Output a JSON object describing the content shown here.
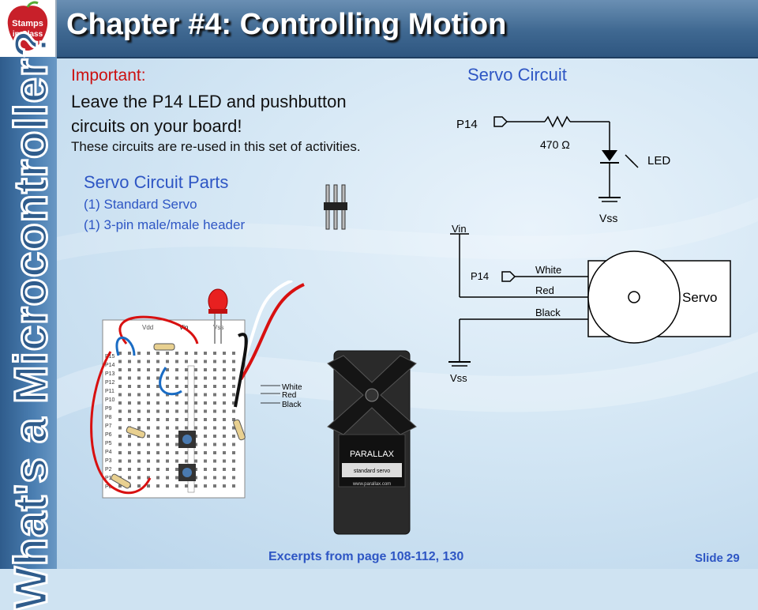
{
  "title": "Chapter #4: Controlling Motion",
  "logo": {
    "line1": "Stamps",
    "line2": "in Class"
  },
  "sidebar_text": "What's a Microcontroller?",
  "important": {
    "label": "Important:",
    "line1": "Leave the P14 LED and pushbutton",
    "line2": "circuits on your board!",
    "note": "These circuits are re-used in this set of activities."
  },
  "parts": {
    "heading": "Servo Circuit Parts",
    "items": [
      "(1) Standard Servo",
      "(1) 3-pin male/male header"
    ]
  },
  "servo_circuit": {
    "heading": "Servo Circuit",
    "led_pin": "P14",
    "resistor": "470 Ω",
    "led_label": "LED",
    "vss_top": "Vss",
    "vin": "Vin",
    "servo_pin": "P14",
    "wire_white": "White",
    "wire_red": "Red",
    "wire_black": "Black",
    "vss_bottom": "Vss",
    "servo_label": "Servo"
  },
  "breadboard": {
    "vdd": "Vdd",
    "vin": "Vin",
    "vss": "Vss",
    "pins": [
      "P15",
      "P14",
      "P13",
      "P12",
      "P11",
      "P10",
      "P9",
      "P8",
      "P7",
      "P6",
      "P5",
      "P4",
      "P3",
      "P2",
      "P1",
      "P0"
    ],
    "wire_labels": [
      "White",
      "Red",
      "Black"
    ]
  },
  "servo_photo": {
    "brand": "PARALLAX",
    "model": "standard servo",
    "url": "www.parallax.com"
  },
  "footer": "Excerpts from page 108-112, 130",
  "slide_number": "Slide 29"
}
